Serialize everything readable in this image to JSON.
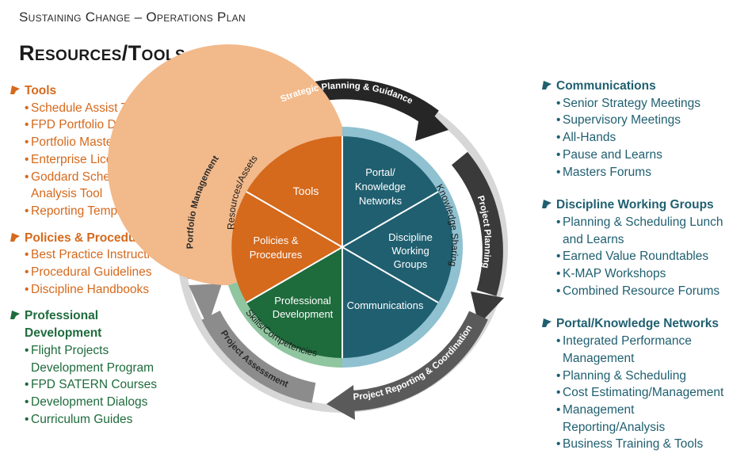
{
  "header": {
    "subtitle": "Sustaining Change – Operations Plan",
    "title": "Resources/Tools"
  },
  "colors": {
    "orange": "#d5691c",
    "green": "#1e6b3c",
    "teal": "#1f5f70",
    "ring_light_orange": "#f2b98a",
    "ring_light_teal": "#8fc1d0",
    "ring_light_green": "#8fc59f",
    "arrow_dark": "#262626",
    "arrow_gray": "#8c8c8c"
  },
  "left_panel": {
    "tools": {
      "title": "Tools",
      "icon": "orange-flag-icon",
      "items": [
        "Schedule Assist Team",
        "FPD Portfolio Database",
        "Portfolio Master Schedule",
        "Enterprise Licenses",
        "Goddard Schedule Analysis Tool",
        "Reporting Templates"
      ]
    },
    "policies": {
      "title": "Policies & Procedures",
      "icon": "orange-flag-icon",
      "items": [
        "Best Practice Instructions",
        "Procedural Guidelines",
        "Discipline Handbooks"
      ]
    },
    "professional": {
      "title": "Professional Development",
      "icon": "green-flag-icon",
      "items": [
        "Flight Projects Development Program",
        "FPD SATERN Courses",
        "Development Dialogs",
        "Curriculum Guides"
      ]
    }
  },
  "right_panel": {
    "communications": {
      "title": "Communications",
      "icon": "teal-flag-icon",
      "items": [
        "Senior Strategy Meetings",
        "Supervisory Meetings",
        "All-Hands",
        "Pause and Learns",
        "Masters Forums"
      ]
    },
    "discipline": {
      "title": "Discipline Working Groups",
      "icon": "teal-flag-icon",
      "items": [
        "Planning & Scheduling Lunch and Learns",
        "Earned Value Roundtables",
        "K-MAP Workshops",
        "Combined Resource Forums"
      ]
    },
    "portal": {
      "title": "Portal/Knowledge Networks",
      "icon": "teal-flag-icon",
      "items": [
        "Integrated Performance Management",
        "Planning & Scheduling",
        "Cost Estimating/Management",
        "Management Reporting/Analysis",
        "Business Training & Tools"
      ]
    }
  },
  "wheel": {
    "segments": {
      "tools": "Tools",
      "policies": "Policies & Procedures",
      "professional": "Professional Development",
      "portal": "Portal/ Knowledge Networks",
      "discipline": "Discipline Working Groups",
      "communications": "Communications"
    },
    "ring_labels": {
      "resources": "Resources/Assets",
      "knowledge": "Knowledge Sharing",
      "skills": "Skills/Competencies"
    },
    "arrow_labels": {
      "strategic": "Strategic Planning & Guidance",
      "project_planning": "Project Planning",
      "reporting": "Project Reporting & Coordination",
      "assessment": "Project Assessment",
      "portfolio": "Portfolio Management"
    }
  }
}
